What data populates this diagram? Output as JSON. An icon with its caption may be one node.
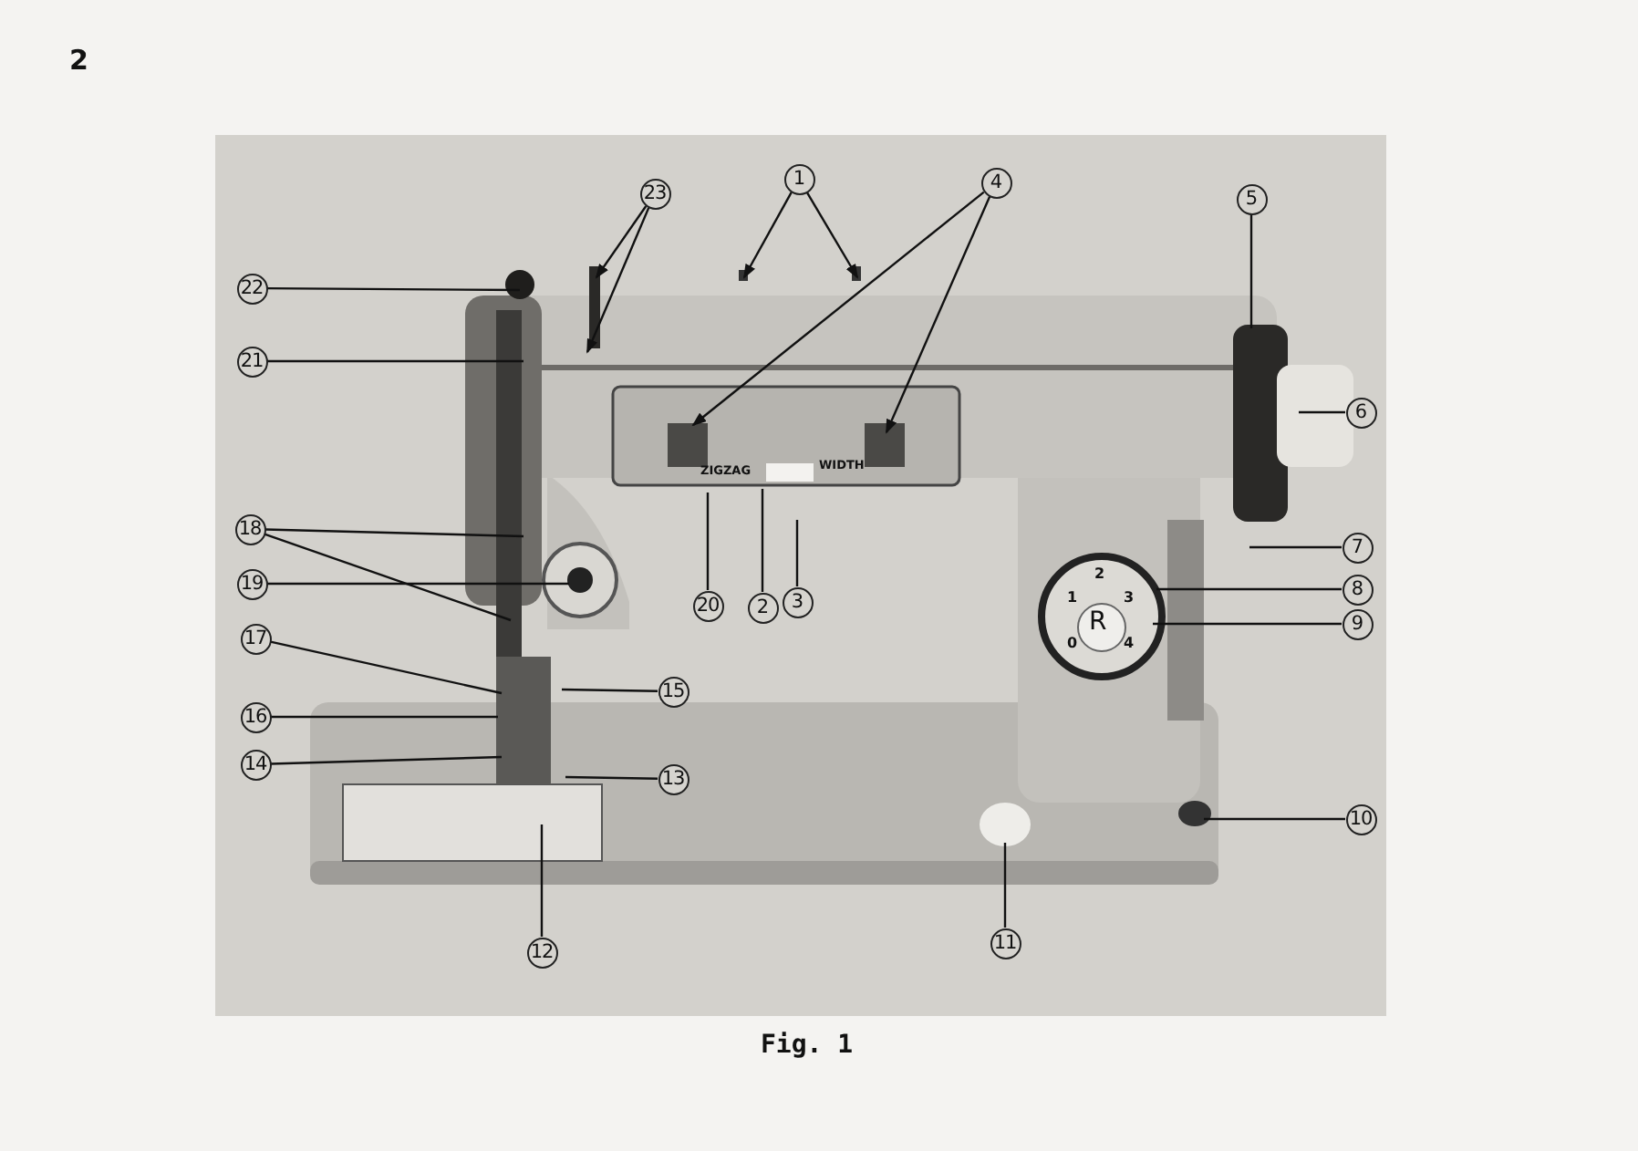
{
  "diagram": {
    "caption": "Fig. 1",
    "nodes": [
      {
        "text": [
          "1"
        ]
      },
      {
        "text": [
          "2"
        ]
      },
      {
        "text": [
          "3"
        ]
      },
      {
        "text": [
          "4"
        ]
      },
      {
        "text": [
          "5"
        ]
      },
      {
        "text": [
          "6"
        ]
      },
      {
        "text": [
          "7"
        ]
      },
      {
        "text": [
          "8"
        ]
      },
      {
        "text": [
          "9"
        ]
      },
      {
        "text": [
          "10"
        ]
      },
      {
        "text": [
          "11"
        ]
      },
      {
        "text": [
          "12"
        ]
      },
      {
        "text": [
          "13"
        ]
      },
      {
        "text": [
          "14"
        ]
      },
      {
        "text": [
          "15"
        ]
      },
      {
        "text": [
          "16"
        ]
      },
      {
        "text": [
          "17"
        ]
      },
      {
        "text": [
          "18"
        ]
      },
      {
        "text": [
          "19"
        ]
      },
      {
        "text": [
          "20"
        ]
      },
      {
        "text": [
          "21"
        ]
      },
      {
        "text": [
          "22"
        ]
      },
      {
        "text": [
          "23"
        ]
      }
    ],
    "edges": [
      {
        "from": 0,
        "to": null,
        "arrow": "to"
      },
      {
        "from": 0,
        "to": null,
        "arrow": "to"
      },
      {
        "from": 3,
        "to": null,
        "arrow": "to"
      },
      {
        "from": 3,
        "to": null,
        "arrow": "to"
      },
      {
        "from": 4,
        "to": null,
        "arrow": "none"
      },
      {
        "from": 5,
        "to": null,
        "arrow": "none"
      },
      {
        "from": 6,
        "to": null,
        "arrow": "none"
      },
      {
        "from": 7,
        "to": null,
        "arrow": "none"
      },
      {
        "from": 8,
        "to": null,
        "arrow": "none"
      },
      {
        "from": 9,
        "to": null,
        "arrow": "none"
      },
      {
        "from": 10,
        "to": null,
        "arrow": "none"
      },
      {
        "from": 11,
        "to": null,
        "arrow": "none"
      },
      {
        "from": 12,
        "to": null,
        "arrow": "none"
      },
      {
        "from": 13,
        "to": null,
        "arrow": "none"
      },
      {
        "from": 14,
        "to": null,
        "arrow": "none"
      },
      {
        "from": 15,
        "to": null,
        "arrow": "none"
      },
      {
        "from": 16,
        "to": null,
        "arrow": "none"
      },
      {
        "from": 17,
        "to": null,
        "arrow": "none"
      },
      {
        "from": 17,
        "to": null,
        "arrow": "none"
      },
      {
        "from": 18,
        "to": null,
        "arrow": "none"
      },
      {
        "from": 19,
        "to": null,
        "arrow": "none"
      },
      {
        "from": 1,
        "to": null,
        "arrow": "none"
      },
      {
        "from": 2,
        "to": null,
        "arrow": "none"
      },
      {
        "from": 20,
        "to": null,
        "arrow": "none"
      },
      {
        "from": 21,
        "to": null,
        "arrow": "none"
      },
      {
        "from": 22,
        "to": null,
        "arrow": "to"
      },
      {
        "from": 22,
        "to": null,
        "arrow": "to"
      }
    ],
    "labels": [
      "2",
      "ZIGZAG",
      "WIDTH",
      "2",
      "1",
      "3",
      "R",
      "0",
      "4"
    ]
  }
}
